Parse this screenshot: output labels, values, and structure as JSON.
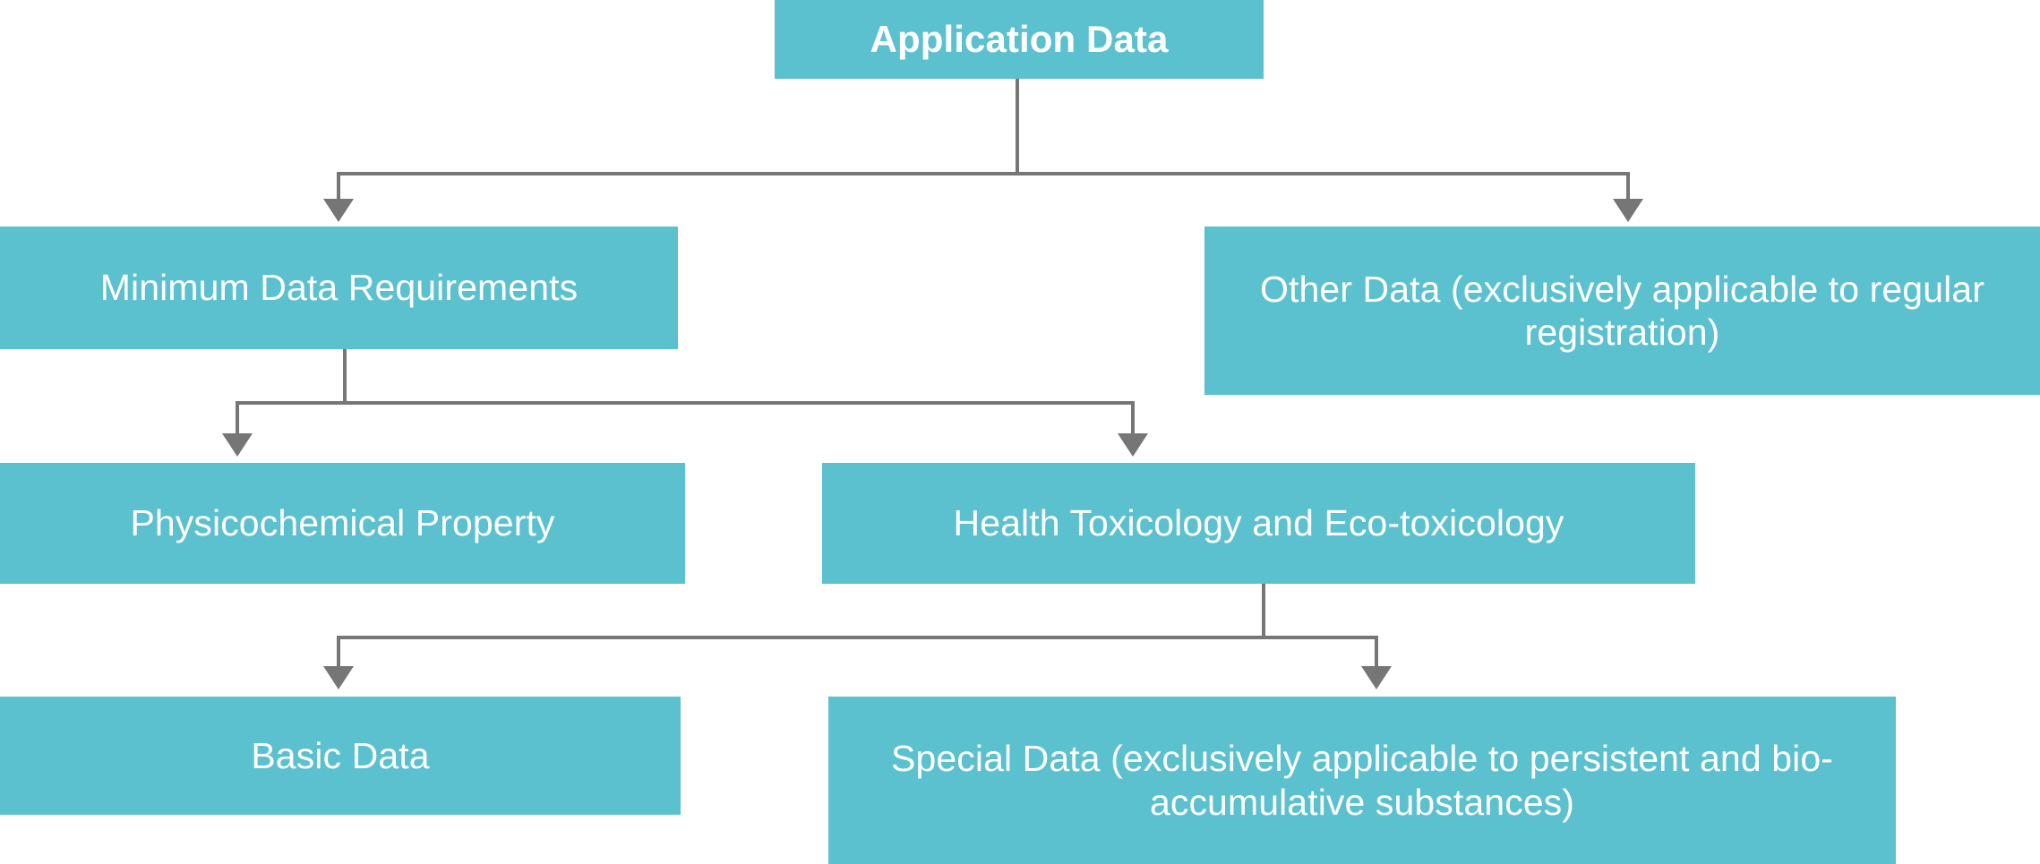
{
  "diagram": {
    "type": "hierarchy-tree",
    "title": "Application Data",
    "accent_color": "#5cc1ce",
    "connector_color": "#767676",
    "text_color": "#ffffff",
    "background_color": "#ffffff",
    "levels": 4,
    "nodes": [
      {
        "id": "application-data",
        "label": "Application Data",
        "level": 1,
        "bold": true
      },
      {
        "id": "minimum-data-requirements",
        "label": "Minimum Data Requirements",
        "level": 2,
        "bold": false
      },
      {
        "id": "other-data",
        "label": "Other Data (exclusively applicable to regular registration)",
        "level": 2,
        "bold": false
      },
      {
        "id": "physicochemical-property",
        "label": "Physicochemical Property",
        "level": 3,
        "bold": false
      },
      {
        "id": "health-toxicology-and-eco-toxicology",
        "label": "Health Toxicology and Eco-toxicology",
        "level": 3,
        "bold": false
      },
      {
        "id": "basic-data",
        "label": "Basic Data",
        "level": 4,
        "bold": false
      },
      {
        "id": "special-data",
        "label": "Special Data (exclusively applicable to persistent and bio-accumulative substances)",
        "level": 4,
        "bold": false
      }
    ],
    "edges": [
      {
        "from": "application-data",
        "to": "minimum-data-requirements"
      },
      {
        "from": "application-data",
        "to": "other-data"
      },
      {
        "from": "minimum-data-requirements",
        "to": "physicochemical-property"
      },
      {
        "from": "minimum-data-requirements",
        "to": "health-toxicology-and-eco-toxicology"
      },
      {
        "from": "health-toxicology-and-eco-toxicology",
        "to": "basic-data"
      },
      {
        "from": "health-toxicology-and-eco-toxicology",
        "to": "special-data"
      }
    ]
  }
}
